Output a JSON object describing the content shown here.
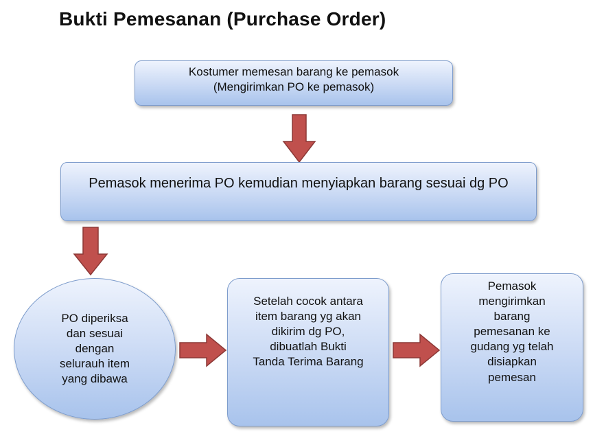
{
  "title": "Bukti Pemesanan (Purchase Order)",
  "steps": {
    "order": "Kostumer memesan barang ke pemasok\n(Mengirimkan PO ke pemasok)",
    "receive": "Pemasok menerima PO kemudian menyiapkan barang sesuai dg PO",
    "check": "PO diperiksa\ndan sesuai\ndengan\nselurauh item\nyang dibawa",
    "receipt": "Setelah cocok  antara\nitem barang  yg akan\ndikirim dg  PO,\ndibuatlah Bukti\nTanda Terima  Barang",
    "ship": "Pemasok\nmengirimkan\nbarang\npemesanan ke\ngudang yg telah\ndisiapkan\npemesan"
  },
  "colors": {
    "node_fill_top": "#eef3fd",
    "node_fill_bottom": "#a8c3ec",
    "node_border": "#7d9ccc",
    "arrow_fill": "#c0504d",
    "arrow_stroke": "#8c3836"
  }
}
